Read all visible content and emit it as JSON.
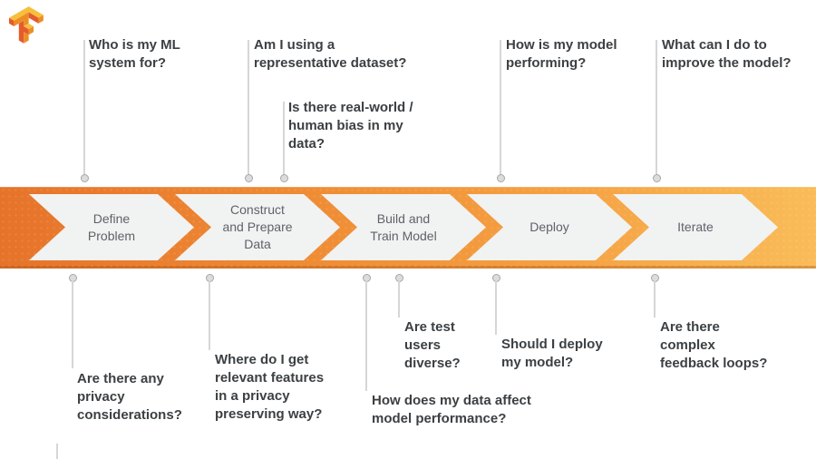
{
  "logo": {
    "name": "TensorFlow logo"
  },
  "colors": {
    "band_gradient_start": "#e6732a",
    "band_gradient_end": "#f9bc58",
    "chevron_fill": "#f1f2f2",
    "question_text": "#3c4043",
    "stage_text": "#5f6368",
    "connector": "#d6d6d6"
  },
  "stages": [
    {
      "label": "Define\nProblem"
    },
    {
      "label": "Construct\nand Prepare\nData"
    },
    {
      "label": "Build and\nTrain Model"
    },
    {
      "label": "Deploy"
    },
    {
      "label": "Iterate"
    }
  ],
  "top_questions": [
    {
      "text": "Who is my ML\nsystem for?"
    },
    {
      "text": "Am I using a\nrepresentative dataset?"
    },
    {
      "text": "Is there real-world /\nhuman bias in my\ndata?"
    },
    {
      "text": "How is my model\nperforming?"
    },
    {
      "text": "What can I do to\nimprove the model?"
    }
  ],
  "bottom_questions": [
    {
      "text": "Are there any\nprivacy\nconsiderations?"
    },
    {
      "text": "Where do I get\nrelevant features\nin a privacy\npreserving way?"
    },
    {
      "text": "How does my data affect\nmodel performance?"
    },
    {
      "text": "Are test\nusers\ndiverse?"
    },
    {
      "text": "Should I deploy\nmy model?"
    },
    {
      "text": "Are there\ncomplex\nfeedback loops?"
    }
  ]
}
